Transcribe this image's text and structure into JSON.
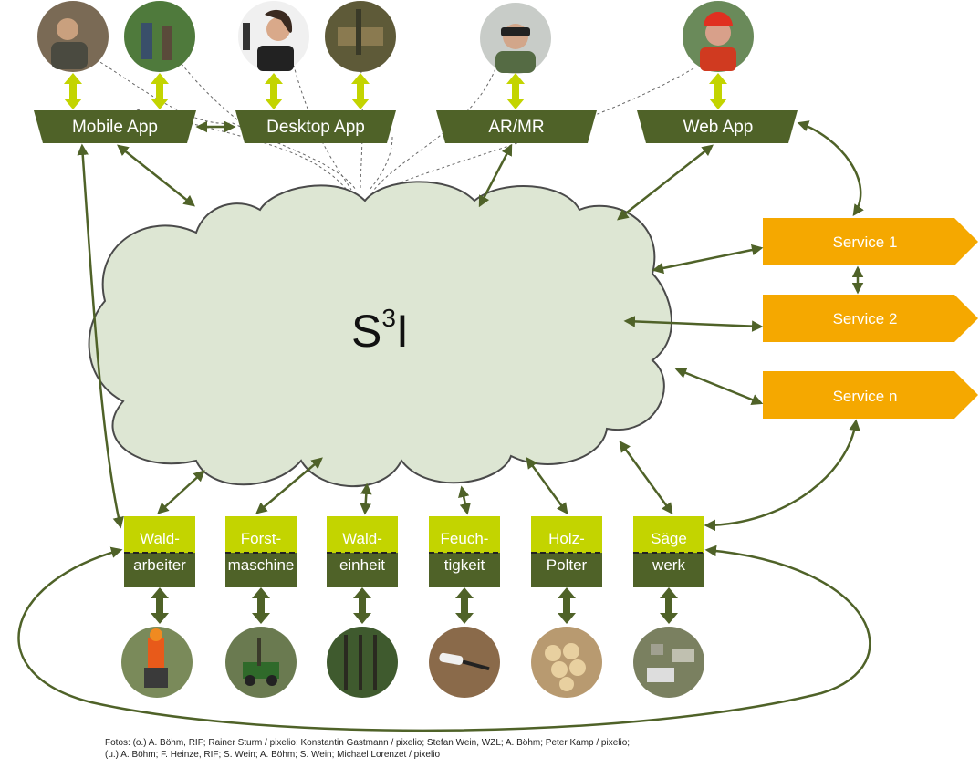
{
  "center": {
    "label": "S",
    "superscript": "3",
    "suffix": "I"
  },
  "apps": [
    {
      "label": "Mobile App",
      "icon": "smartphone-user-photo"
    },
    {
      "label": "Desktop App",
      "icon": "desktop-user-photo"
    },
    {
      "label": "AR/MR",
      "icon": "ar-headset-user-photo"
    },
    {
      "label": "Web App",
      "icon": "web-user-photo"
    }
  ],
  "services": [
    {
      "label": "Service 1"
    },
    {
      "label": "Service 2"
    },
    {
      "label": "Service n"
    }
  ],
  "nodes": [
    {
      "top": "Wald-",
      "bottom": "arbeiter",
      "photo": "forest-worker-photo"
    },
    {
      "top": "Forst-",
      "bottom": "maschine",
      "photo": "forest-machine-photo"
    },
    {
      "top": "Wald-",
      "bottom": "einheit",
      "photo": "forest-stand-photo"
    },
    {
      "top": "Feuch-",
      "bottom": "tigkeit",
      "photo": "moisture-sensor-photo"
    },
    {
      "top": "Holz-",
      "bottom": "Polter",
      "photo": "timber-pile-photo"
    },
    {
      "top": "Säge",
      "bottom": "werk",
      "photo": "sawmill-photo"
    }
  ],
  "credits": {
    "line1": "Fotos: (o.) A. Böhm, RIF; Rainer Sturm / pixelio; Konstantin Gastmann  / pixelio; Stefan Wein, WZL; A. Böhm; Peter Kamp / pixelio;",
    "line2": "(u.) A. Böhm; F. Heinze, RIF; S. Wein; A. Böhm; S. Wein; Michael Lorenzet / pixelio"
  },
  "colors": {
    "dark_green": "#4f6228",
    "lime": "#c3d400",
    "orange": "#f5a800",
    "cloud_fill": "#dde6d3",
    "cloud_stroke": "#4a4a4a",
    "arrow": "#4f6228"
  }
}
